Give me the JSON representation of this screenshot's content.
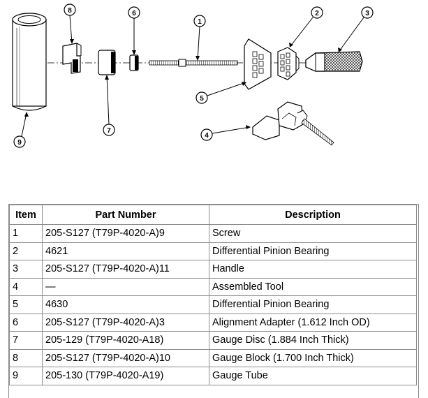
{
  "callouts": [
    "1",
    "2",
    "3",
    "4",
    "5",
    "6",
    "7",
    "8",
    "9"
  ],
  "table": {
    "headers": [
      "Item",
      "Part Number",
      "Description"
    ],
    "rows": [
      {
        "item": "1",
        "part": "205-S127 (T79P-4020-A)9",
        "desc": "Screw"
      },
      {
        "item": "2",
        "part": "4621",
        "desc": "Differential Pinion Bearing"
      },
      {
        "item": "3",
        "part": "205-S127 (T79P-4020-A)11",
        "desc": "Handle"
      },
      {
        "item": "4",
        "part": "—",
        "desc": "Assembled Tool"
      },
      {
        "item": "5",
        "part": "4630",
        "desc": "Differential Pinion Bearing"
      },
      {
        "item": "6",
        "part": "205-S127 (T79P-4020-A)3",
        "desc": "Alignment Adapter (1.612 Inch OD)"
      },
      {
        "item": "7",
        "part": "205-129 (T79P-4020-A18)",
        "desc": "Gauge Disc (1.884 Inch Thick)"
      },
      {
        "item": "8",
        "part": "205-S127 (T79P-4020-A)10",
        "desc": "Gauge Block (1.700 Inch Thick)"
      },
      {
        "item": "9",
        "part": "205-130 (T79P-4020-A19)",
        "desc": "Gauge Tube"
      }
    ]
  },
  "colors": {
    "line": "#000000",
    "table_border": "#8c8c8c"
  }
}
